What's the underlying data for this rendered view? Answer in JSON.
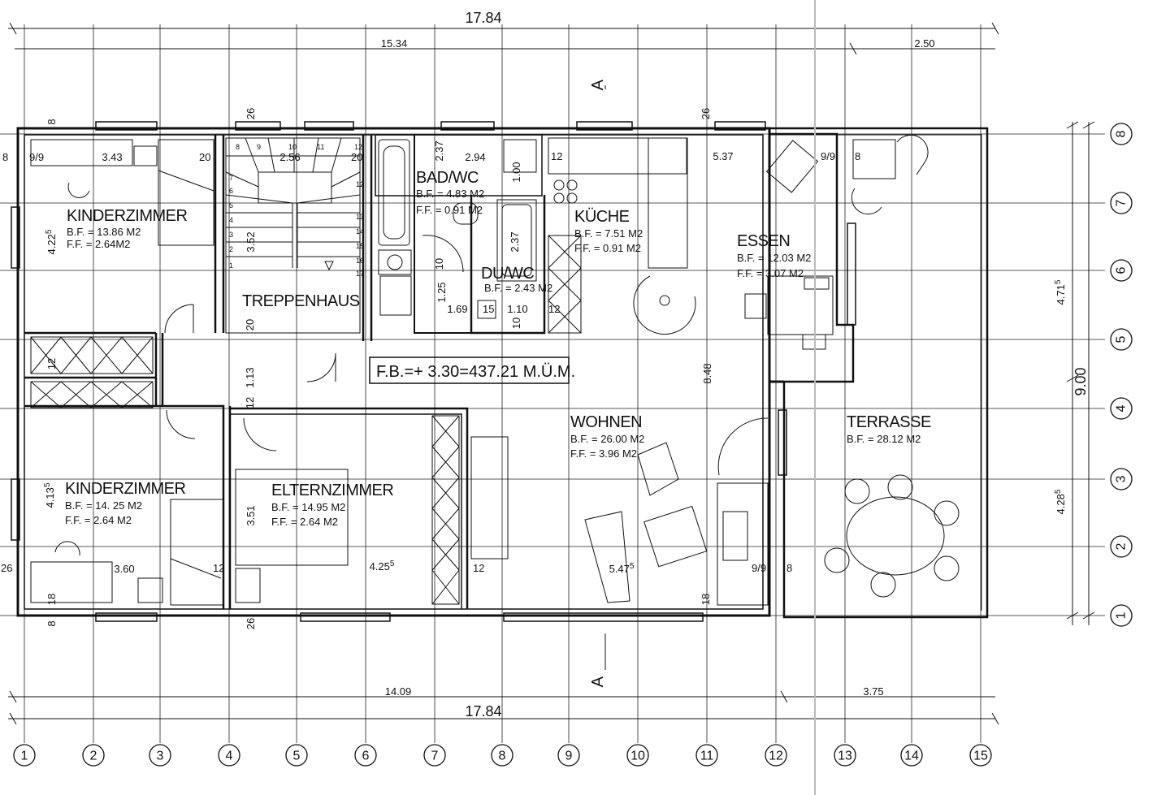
{
  "plan": {
    "overall_top": "17.84",
    "overall_bottom": "17.84",
    "dim_top_main": "15.34",
    "dim_top_right": "2.50",
    "dim_bottom_main": "14.09",
    "dim_bottom_right": "3.75",
    "dim_right_total": "9.00",
    "dim_right_upper": "4.71",
    "dim_right_upper_sup": "5",
    "dim_right_lower": "4.28",
    "dim_right_lower_sup": "5",
    "section_marker": "A",
    "floor_level": "F.B.=+ 3.30=437.21 M.Ü.M."
  },
  "rooms": {
    "kinder1": {
      "name": "KINDERZIMMER",
      "bf": "B.F. = 13.86 M2",
      "ff": "F.F. = 2.64M2"
    },
    "treppe": {
      "name": "TREPPENHAUS"
    },
    "bad": {
      "name": "BAD/WC",
      "bf": "B.F. = 4.83 M2",
      "ff": "F.F. = 0.91 M2"
    },
    "du": {
      "name": "DU/WC",
      "bf": "B.F. = 2.43 M2"
    },
    "kueche": {
      "name": "KÜCHE",
      "bf": "B.F. = 7.51 M2",
      "ff": "F.F. = 0.91 M2"
    },
    "essen": {
      "name": "ESSEN",
      "bf": "B.F. = 12.03 M2",
      "ff": "F.F. = 3.07 M2"
    },
    "wohnen": {
      "name": "WOHNEN",
      "bf": "B.F. = 26.00 M2",
      "ff": "F.F. = 3.96 M2"
    },
    "terrasse": {
      "name": "TERRASSE",
      "bf": "B.F. = 28.12 M2"
    },
    "kinder2": {
      "name": "KINDERZIMMER",
      "bf": "B.F. = 14. 25 M2",
      "ff": "F.F. = 2.64 M2"
    },
    "eltern": {
      "name": "ELTERNZIMMER",
      "bf": "B.F. = 14.95 M2",
      "ff": "F.F. = 2.64 M2"
    }
  },
  "inner_dims": {
    "k1_width": "3.43",
    "k1_height": "4.22",
    "k1_height_sup": "5",
    "stair_width": "2.56",
    "stair_len": "3.52",
    "bad_width": "2.94",
    "bad_h": "2.37",
    "bad_small": "1.00",
    "kueche_width": "5.37",
    "du_h": "2.37",
    "dim_169": "1.69",
    "dim_125": "1.25",
    "dim_110": "1.10",
    "hall_113": "1.13",
    "wohnen_h": "8.48",
    "k2_width": "3.60",
    "k2_height": "4.13",
    "k2_height_sup": "5",
    "eltern_h": "3.51",
    "eltern_w": "4.25",
    "eltern_w_sup": "5",
    "wohnen_w": "5.47",
    "wohnen_w_sup": "5",
    "w8": "8",
    "w12": "12",
    "w20": "20",
    "w26": "26",
    "w18": "18",
    "w10": "10",
    "w99": "9/9",
    "w15": "15"
  },
  "axes_bottom": [
    "1",
    "2",
    "3",
    "4",
    "5",
    "6",
    "7",
    "8",
    "9",
    "10",
    "11",
    "12",
    "13",
    "14",
    "15"
  ],
  "axes_right": [
    "8",
    "7",
    "6",
    "5",
    "4",
    "3",
    "2",
    "1"
  ],
  "stair_steps_left": [
    "8",
    "9",
    "10",
    "11",
    "12"
  ],
  "stair_steps_right": [
    "12",
    "13",
    "14",
    "15",
    "16",
    "17"
  ],
  "stair_steps_far_left": [
    "7",
    "6",
    "5",
    "4",
    "3",
    "2",
    "1"
  ]
}
